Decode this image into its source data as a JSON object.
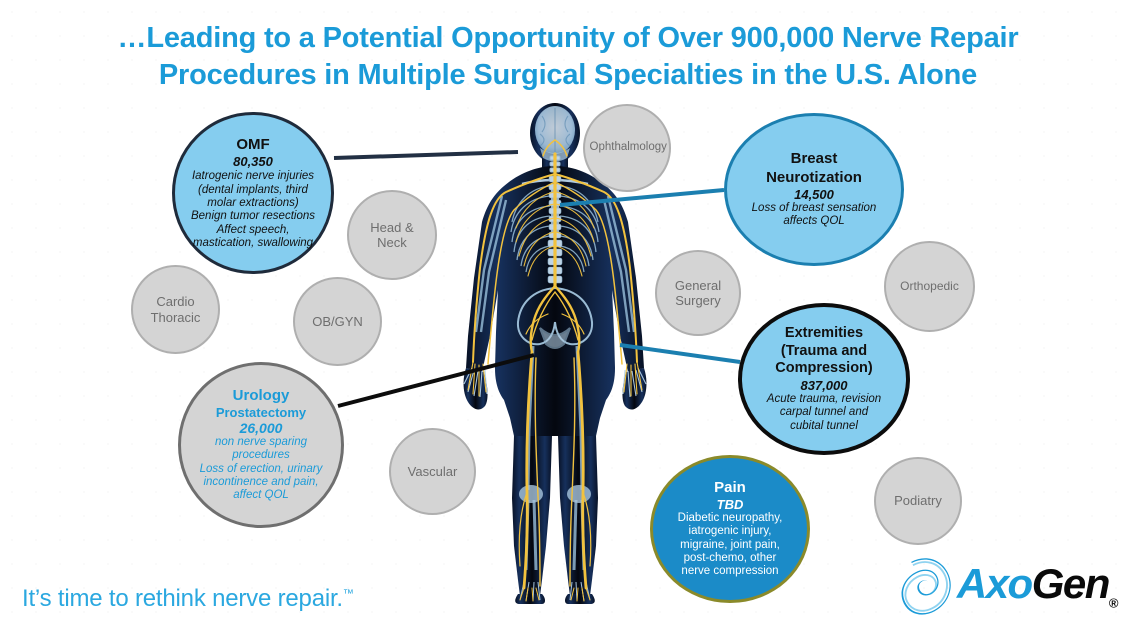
{
  "title": {
    "line1": "…Leading to a Potential Opportunity of Over 900,000 Nerve Repair",
    "line2": "Procedures in Multiple Surgical Specialties in the U.S. Alone"
  },
  "tagline": {
    "text": "It’s time to rethink nerve repair.",
    "tm": "™"
  },
  "logo": {
    "part1": "Axo",
    "part2": "Gen",
    "registered": "®"
  },
  "colors": {
    "title_blue": "#1B9BD8",
    "bubble_light_blue": "#85CDEF",
    "bubble_dark_blue": "#1B8BC8",
    "gray_fill": "#D4D4D4",
    "gray_border": "#AFAFAF",
    "gray_text": "#6E6E6E",
    "pain_border_olive": "#8A8A2A",
    "connector_black": "#0C0C0C",
    "connector_teal": "#1B7FB0"
  },
  "highlighted": {
    "omf": {
      "title": "OMF",
      "number": "80,350",
      "desc_lines": [
        "Iatrogenic nerve injuries",
        "(dental implants, third",
        "molar extractions)",
        "Benign tumor resections",
        "Affect speech,",
        "mastication, swallowing"
      ]
    },
    "breast": {
      "title_line1": "Breast",
      "title_line2": "Neurotization",
      "number": "14,500",
      "desc_lines": [
        "Loss of breast sensation",
        "affects QOL"
      ]
    },
    "extremities": {
      "title_line1": "Extremities",
      "title_line2": "(Trauma and",
      "title_line3": "Compression)",
      "number": "837,000",
      "desc_lines": [
        "Acute trauma, revision",
        "carpal tunnel and",
        "cubital tunnel"
      ]
    },
    "urology": {
      "title": "Urology",
      "subtitle": "Prostatectomy",
      "number": "26,000",
      "desc_lines": [
        "non nerve sparing",
        "procedures",
        "Loss of erection, urinary",
        "incontinence and pain,",
        "affect QOL"
      ]
    },
    "pain": {
      "title": "Pain",
      "number": "TBD",
      "desc_lines": [
        "Diabetic neuropathy,",
        "iatrogenic injury,",
        "migraine, joint pain,",
        "post-chemo, other",
        "nerve compression"
      ]
    }
  },
  "specialties": [
    {
      "id": "ophthalmology",
      "label": "Ophthalmology"
    },
    {
      "id": "headneck",
      "label_line1": "Head &",
      "label_line2": "Neck"
    },
    {
      "id": "cardio",
      "label_line1": "Cardio",
      "label_line2": "Thoracic"
    },
    {
      "id": "obgyn",
      "label": "OB/GYN"
    },
    {
      "id": "general",
      "label_line1": "General",
      "label_line2": "Surgery"
    },
    {
      "id": "orthopedic",
      "label": "Orthopedic"
    },
    {
      "id": "vascular",
      "label": "Vascular"
    },
    {
      "id": "podiatry",
      "label": "Podiatry"
    }
  ],
  "figure": {
    "name": "human-nervous-system-anatomy"
  }
}
